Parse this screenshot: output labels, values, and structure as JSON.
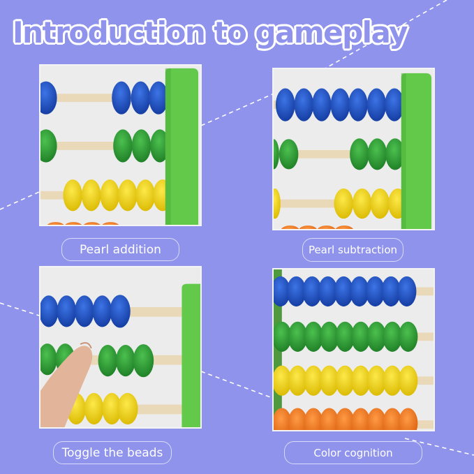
{
  "title": "Introduction to gameplay",
  "colors": {
    "background": "#8f93ec",
    "bead_blue": "#1c4fc4",
    "bead_green": "#2f9e35",
    "bead_yellow": "#f2d81a",
    "bead_orange": "#f07a1e",
    "frame_green": "#62c94a",
    "rod": "#ead9b8",
    "panel_bg": "#ececec"
  },
  "panels": [
    {
      "id": "pearl-addition",
      "label": "Pearl addition",
      "description": "Abacus close-up: beads slid toward the green frame on the right"
    },
    {
      "id": "pearl-subtraction",
      "label": "Pearl subtraction",
      "description": "Abacus close-up: blue row full, green and yellow rows partially moved"
    },
    {
      "id": "toggle-the-beads",
      "label": "Toggle the beads",
      "description": "Finger pushing green beads along the rod"
    },
    {
      "id": "color-cognition",
      "label": "Color cognition",
      "description": "Full rows of blue, green, yellow and orange beads"
    }
  ]
}
